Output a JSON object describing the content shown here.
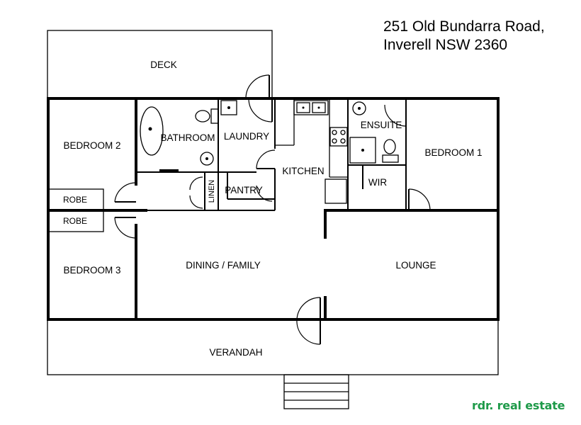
{
  "address": {
    "line1": "251 Old Bundarra Road,",
    "line2": "Inverell NSW 2360"
  },
  "rooms": {
    "deck": "DECK",
    "bedroom2": "BEDROOM 2",
    "bathroom": "BATHROOM",
    "laundry": "LAUNDRY",
    "kitchen": "KITCHEN",
    "ensuite": "ENSUITE",
    "bedroom1": "BEDROOM 1",
    "wir": "WIR",
    "linen": "LINEN",
    "pantry": "PANTRY",
    "robe_upper": "ROBE",
    "robe_lower": "ROBE",
    "bedroom3": "BEDROOM 3",
    "dining_family": "DINING / FAMILY",
    "lounge": "LOUNGE",
    "verandah": "VERANDAH"
  },
  "logo": {
    "brand": "rdr",
    "dot": ".",
    "suffix": " real estate",
    "color": "#1e9a49"
  }
}
